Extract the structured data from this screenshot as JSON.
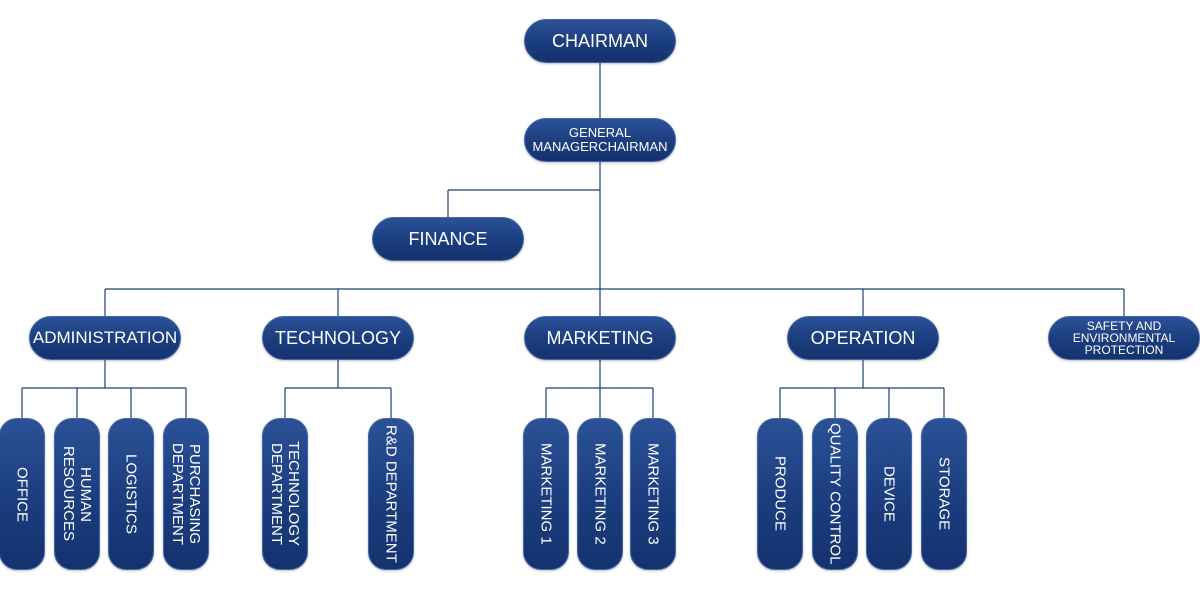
{
  "nodes": {
    "chairman": "CHAIRMAN",
    "general_manager": "GENERAL\nMANAGERCHAIRMAN",
    "finance": "FINANCE",
    "administration": "ADMINISTRATION",
    "technology": "TECHNOLOGY",
    "marketing": "MARKETING",
    "operation": "OPERATION",
    "safety": "SAFETY AND\nENVIRONMENTAL\nPROTECTION"
  },
  "administration_children": [
    "OFFICE",
    "HUMAN\nRESOURCES",
    "LOGISTICS",
    "PURCHASING\nDEPARTMENT"
  ],
  "technology_children": [
    "TECHNOLOGY\nDEPARTMENT",
    "R&D DEPARTMENT"
  ],
  "marketing_children": [
    "MARKETING 1",
    "MARKETING 2",
    "MARKETING 3"
  ],
  "operation_children": [
    "PRODUCE",
    "QUALITY CONTROL",
    "DEVICE",
    "STORAGE"
  ],
  "colors": {
    "node_fill": "#1b3d7e",
    "connector": "#1f3f78",
    "text": "#ffffff"
  }
}
